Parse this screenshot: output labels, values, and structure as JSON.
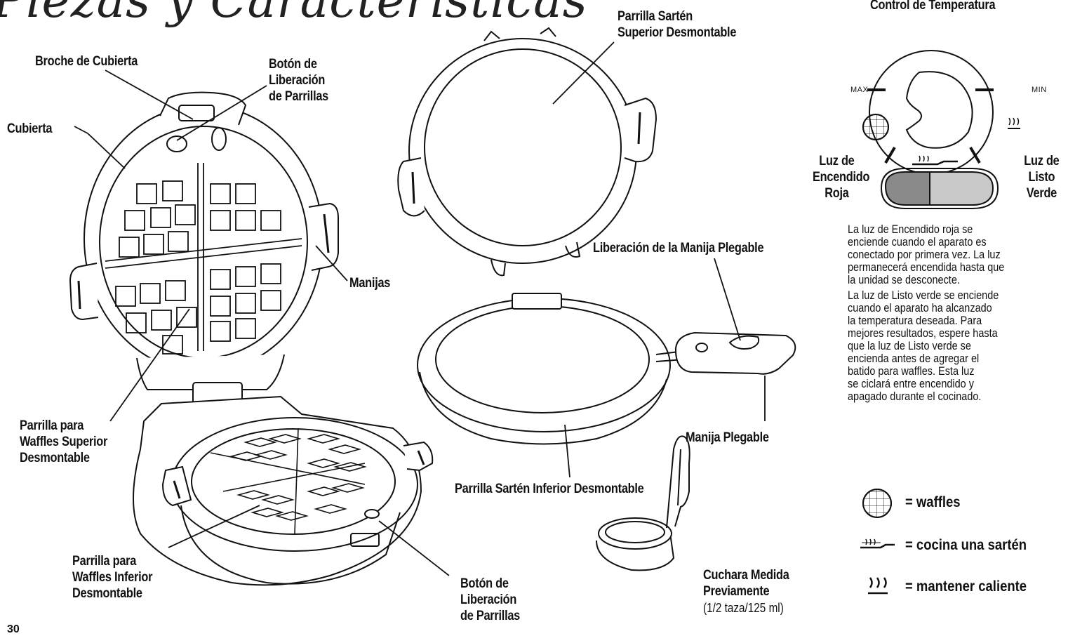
{
  "page": {
    "title": "Piezas y Características",
    "page_number": "30"
  },
  "labels": {
    "broche": "Broche de Cubierta",
    "cubierta": "Cubierta",
    "boton_top": [
      "Botón de",
      "Liberación",
      "de Parrillas"
    ],
    "manijas": "Manijas",
    "parrilla_sup": [
      "Parrilla para",
      "Waffles Superior",
      "Desmontable"
    ],
    "parrilla_inf": [
      "Parrilla para",
      "Waffles Inferior",
      "Desmontable"
    ],
    "boton_bottom": [
      "Botón de",
      "Liberación",
      "de Parrillas"
    ],
    "sarten_sup": [
      "Parrilla Sartén",
      "Superior Desmontable"
    ],
    "liberacion_manija": "Liberación de la Manija Plegable",
    "manija_plegable": "Manija Plegable",
    "sarten_inf": "Parrilla Sartén Inferior Desmontable",
    "cuchara": [
      "Cuchara Medida",
      "Previamente"
    ],
    "cuchara_sub": "(1/2 taza/125 ml)"
  },
  "control": {
    "title": "Control de Temperatura",
    "max": "MAX",
    "min": "MIN",
    "luz_roja": [
      "Luz de",
      "Encendido",
      "Roja"
    ],
    "luz_verde": [
      "Luz de",
      "Listo",
      "Verde"
    ]
  },
  "paragraphs": {
    "p1": [
      "La luz de Encendido roja se",
      "enciende cuando el aparato es",
      "conectado por primera vez. La luz",
      "permanecerá encendida hasta que",
      "la unidad se desconecte."
    ],
    "p2": [
      "La luz de Listo verde se enciende",
      "cuando el aparato ha alcanzado",
      "la temperatura deseada. Para",
      "mejores resultados, espere hasta",
      "que la luz de Listo verde se",
      "encienda antes de agregar el",
      "batido para waffles. Esta luz",
      "se ciclará entre encendido y",
      "apagado durante el cocinado."
    ]
  },
  "legend": [
    {
      "icon": "waffle-icon",
      "text": "= waffles"
    },
    {
      "icon": "pan-icon",
      "text": "= cocina una sartén"
    },
    {
      "icon": "steam-icon",
      "text": "= mantener caliente"
    }
  ],
  "colors": {
    "red_light": "#8a8a8a",
    "green_light": "#c8c8c8"
  }
}
